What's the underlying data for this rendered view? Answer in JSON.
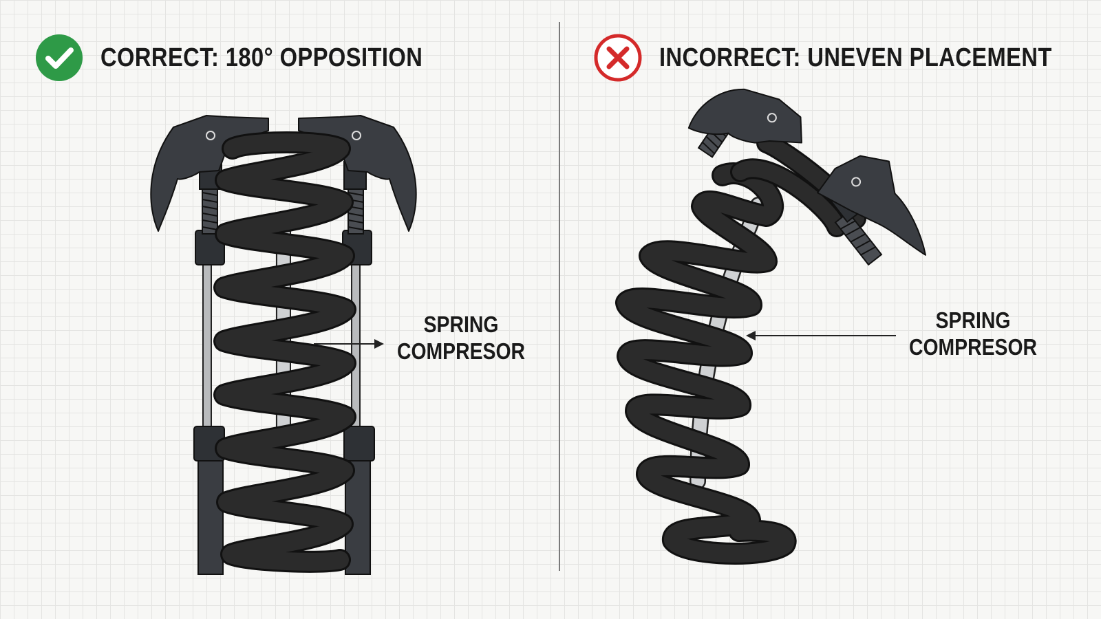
{
  "correct_panel": {
    "heading": "CORRECT: 180° OPPOSITION",
    "status_icon": "check-circle-icon",
    "status_color": "#2e9a47",
    "callout": [
      "SPRING",
      "COMPRESOR"
    ]
  },
  "incorrect_panel": {
    "heading": "INCORRECT: UNEVEN PLACEMENT",
    "status_icon": "x-circle-icon",
    "status_color": "#d42a2a",
    "callout": [
      "SPRING",
      "COMPRESOR"
    ]
  },
  "colors": {
    "coil": "#2b2b2b",
    "tool_metal": "#3a3d42",
    "rod": "#b9bbbd",
    "background": "#f7f7f5",
    "grid": "#e4e4e2"
  }
}
